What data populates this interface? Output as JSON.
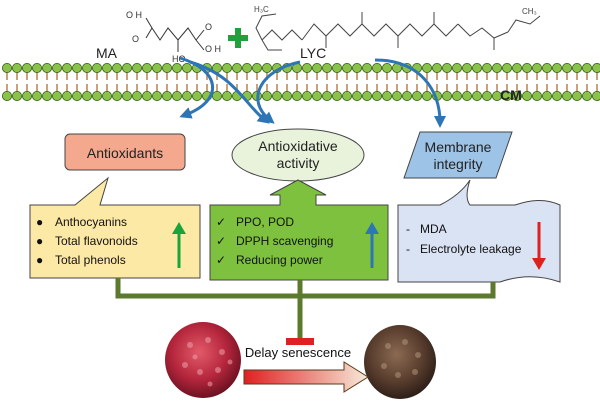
{
  "molecules": {
    "ma_label": "MA",
    "lyc_label": "LYC",
    "plus_symbol": "+",
    "ma_atoms": {
      "oh1": "O H",
      "oh2": "O",
      "oh3": "HO",
      "oh4": "O H",
      "oh5": "O"
    },
    "lyc_atoms": {
      "h3c": "H₃C",
      "ch3": "CH₃"
    }
  },
  "membrane": {
    "label": "CM"
  },
  "boxes": {
    "antioxidants": "Antioxidants",
    "activity_line1": "Antioxidative",
    "activity_line2": "activity",
    "membrane_line1": "Membrane",
    "membrane_line2": "integrity"
  },
  "callouts": {
    "antioxidants_items": [
      "Anthocyanins",
      "Total flavonoids",
      "Total phenols"
    ],
    "activity_items": [
      "PPO, POD",
      "DPPH scavenging",
      "Reducing power"
    ],
    "membrane_items": [
      "MDA",
      "Electrolyte leakage"
    ],
    "bullet_glyph": "●",
    "check_glyph": "✓",
    "dash_glyph": "-"
  },
  "bottom": {
    "delay_label": "Delay senescence"
  },
  "colors": {
    "antioxidants_fill": "#f4a88e",
    "activity_fill": "#e9f3dc",
    "membrane_fill": "#9dc3e6",
    "yellow_callout": "#fde9a6",
    "green_callout": "#7ec13f",
    "blue_callout": "#dae3f3",
    "olive_line": "#5b7a2e",
    "arrow_blue": "#2e75b6",
    "red_accent": "#e02020",
    "green_arrow": "#1aa33b",
    "plus_green": "#21a03c"
  }
}
